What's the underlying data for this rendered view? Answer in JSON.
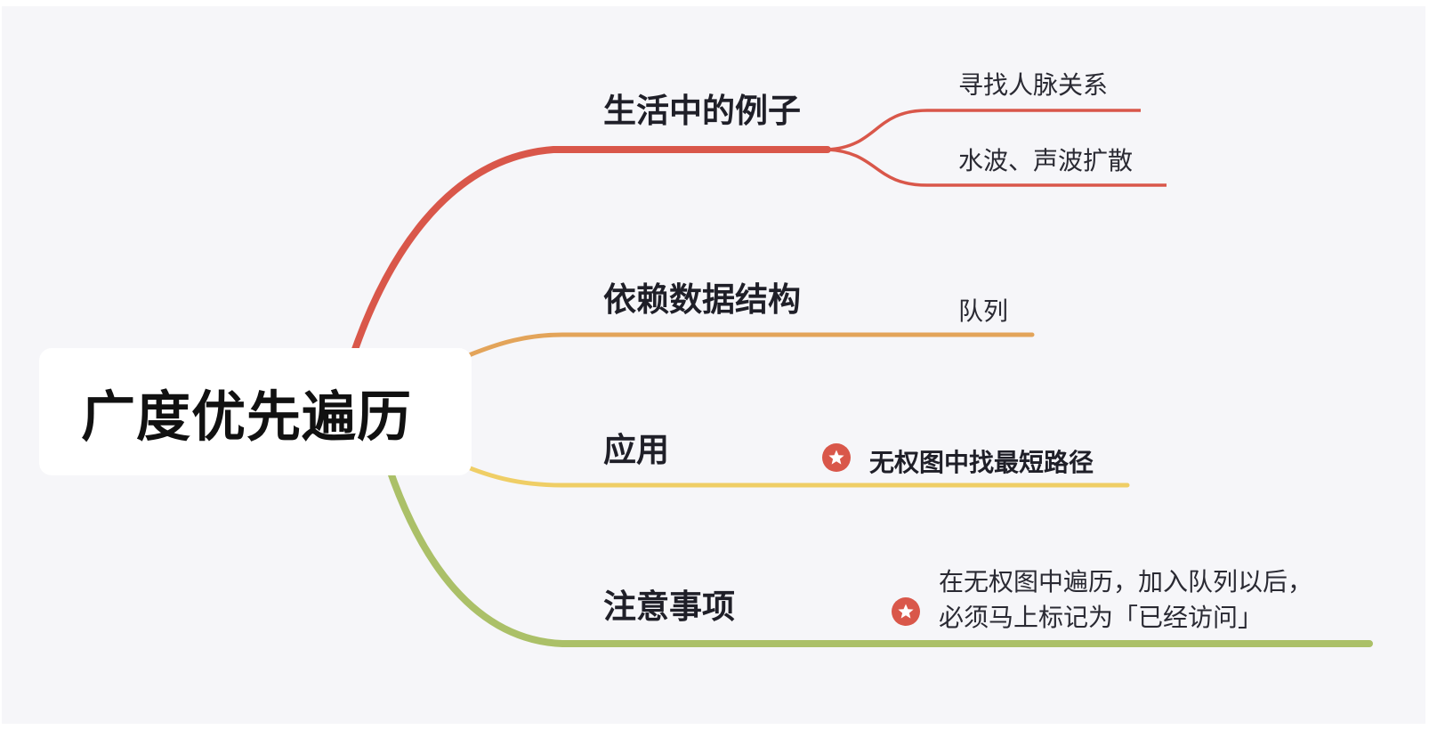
{
  "root": {
    "label": "广度优先遍历"
  },
  "branches": [
    {
      "label": "生活中的例子",
      "color": "#d9574a",
      "children": [
        {
          "label": "寻找人脉关系"
        },
        {
          "label": "水波、声波扩散"
        }
      ]
    },
    {
      "label": "依赖数据结构",
      "color": "#e3a45a",
      "children": [
        {
          "label": "队列"
        }
      ]
    },
    {
      "label": "应用",
      "color": "#efce66",
      "children": [
        {
          "label": "无权图中找最短路径",
          "icon": "star-icon"
        }
      ]
    },
    {
      "label": "注意事项",
      "color": "#abc068",
      "children": [
        {
          "lines": [
            "在无权图中遍历，加入队列以后，",
            "必须马上标记为「已经访问」"
          ],
          "icon": "star-icon"
        }
      ]
    }
  ]
}
